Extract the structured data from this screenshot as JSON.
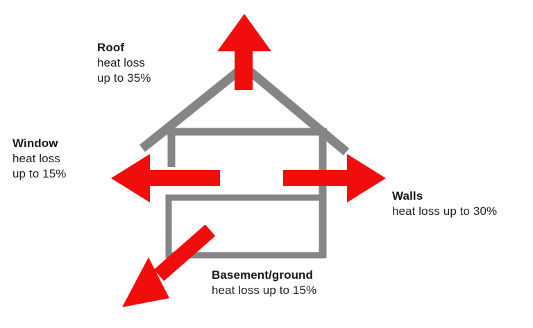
{
  "diagram": {
    "type": "house-heat-loss",
    "colors": {
      "structure_gray": "#858585",
      "arrow_red": "#F20D0D",
      "background": "#FFFFFF",
      "text": "#1A1A1A"
    },
    "labels": [
      {
        "key": "roof",
        "title": "Roof",
        "lines": [
          "heat loss",
          "up to 35%"
        ],
        "percent": "35%",
        "arrow_direction": "up"
      },
      {
        "key": "window",
        "title": "Window",
        "lines": [
          "heat loss",
          "up to 15%"
        ],
        "percent": "15%",
        "arrow_direction": "left"
      },
      {
        "key": "walls",
        "title": "Walls",
        "lines": [
          "heat loss up to 30%"
        ],
        "percent": "30%",
        "arrow_direction": "right"
      },
      {
        "key": "basement",
        "title": "Basement/ground",
        "lines": [
          "heat loss up to 15%"
        ],
        "percent": "15%",
        "arrow_direction": "down-left"
      }
    ]
  }
}
